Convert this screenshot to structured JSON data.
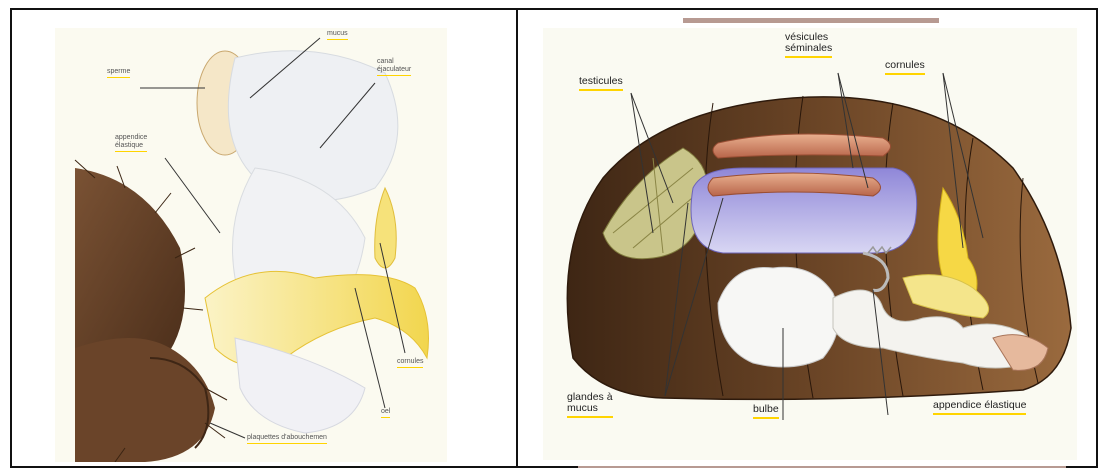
{
  "left_figure": {
    "labels": {
      "mucus": "mucus",
      "sperme": "sperme",
      "canal": "canal\néjaculateur",
      "appendice": "appendice\nélastique",
      "cornules": "cornules",
      "oel": "oel",
      "plaquettes": "plaquettes d'abouchemen"
    }
  },
  "right_figure": {
    "labels": {
      "testicules": "testicules",
      "vesicules": "vésicules\nséminales",
      "cornules": "cornules",
      "glandes": "glandes à\nmucus",
      "bulbe": "bulbe",
      "appendice": "appendice élastique"
    }
  },
  "colors": {
    "accent_underline": "#ffd400",
    "decorative_bar": "#b79a92",
    "cuticle_brown": "#5a3a22",
    "gland_lavender": "#b7b3e6",
    "vesicle_salmon": "#d8957a",
    "organ_yellow": "#f6e27a"
  }
}
